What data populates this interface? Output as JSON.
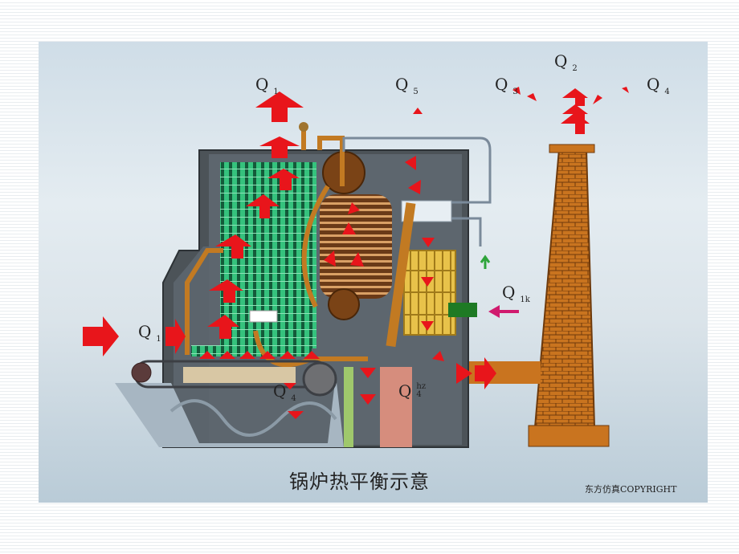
{
  "slide": {
    "caption": "锅炉热平衡示意",
    "copyright": "东方仿真COPYRIGHT"
  },
  "labels": [
    {
      "id": "q1",
      "main": "Q",
      "sub": "1"
    },
    {
      "id": "q5",
      "main": "Q",
      "sub": "5"
    },
    {
      "id": "q2",
      "main": "Q",
      "sub": "2"
    },
    {
      "id": "q3",
      "main": "Q",
      "sub": "3"
    },
    {
      "id": "q4-top",
      "main": "Q",
      "sub": "4"
    },
    {
      "id": "q1k",
      "main": "Q",
      "sub": "1k"
    },
    {
      "id": "q-left",
      "main": "Q",
      "sub": "1"
    },
    {
      "id": "q4-grate",
      "main": "Q",
      "sub": "4"
    },
    {
      "id": "q4-hz",
      "main": "Q",
      "sub": "4",
      "sup": "hz"
    }
  ],
  "colors": {
    "arrow": "#e8151b",
    "chimney": "#c87420",
    "pipe": "#c27a22",
    "tubes": "#2fb56f",
    "casing": "#4c5358",
    "inlet_arrow": "#d01a6e"
  }
}
